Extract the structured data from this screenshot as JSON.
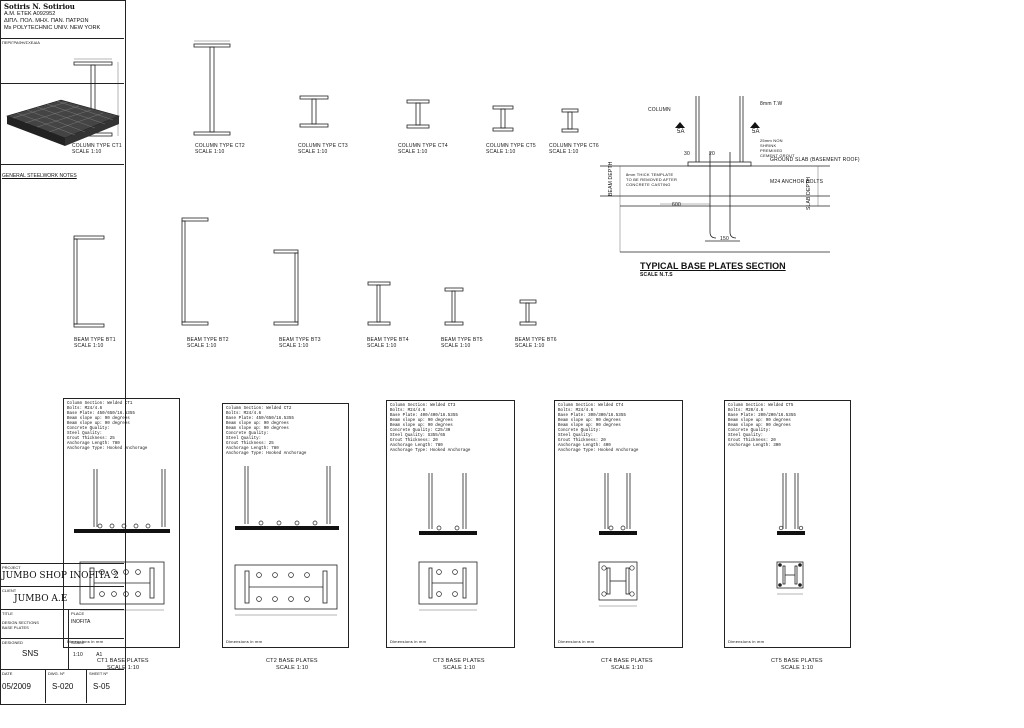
{
  "column_types": [
    {
      "title": "COLUMN TYPE CT1",
      "scale": "SCALE 1:10"
    },
    {
      "title": "COLUMN TYPE CT2",
      "scale": "SCALE 1:10"
    },
    {
      "title": "COLUMN TYPE CT3",
      "scale": "SCALE 1:10"
    },
    {
      "title": "COLUMN TYPE CT4",
      "scale": "SCALE 1:10"
    },
    {
      "title": "COLUMN TYPE CT5",
      "scale": "SCALE 1:10"
    },
    {
      "title": "COLUMN TYPE CT6",
      "scale": "SCALE 1:10"
    }
  ],
  "beam_types": [
    {
      "title": "BEAM TYPE BT1",
      "scale": "SCALE 1:10"
    },
    {
      "title": "BEAM TYPE BT2",
      "scale": "SCALE 1:10"
    },
    {
      "title": "BEAM TYPE BT3",
      "scale": "SCALE 1:10"
    },
    {
      "title": "BEAM TYPE BT4",
      "scale": "SCALE 1:10"
    },
    {
      "title": "BEAM TYPE BT5",
      "scale": "SCALE 1:10"
    },
    {
      "title": "BEAM TYPE BT6",
      "scale": "SCALE 1:10"
    }
  ],
  "section": {
    "title": "TYPICAL BASE PLATES SECTION",
    "scale": "SCALE N.T.S",
    "labels": {
      "column": "COLUMN",
      "plate": "8mm T.W",
      "grout": "25mm NON SHRINK PREMIXED CEMENT GROUT",
      "ground_slab": "GROUND SLAB (BASEMENT ROOF)",
      "template": "8mm THICK TEMPLATE TO BE REMOVED AFTER CONCRETE CASTING",
      "anchor": "M24 ANCHOR BOLTS",
      "beam_depth": "BEAM DEPTH",
      "slab_depth": "SLAB DEPTH",
      "sa": "5A",
      "dim_30": "30",
      "dim_20": "20",
      "dim_600": "600",
      "dim_150": "150"
    }
  },
  "base_plates": [
    {
      "caption": "CT1 BASE PLATES",
      "scale": "SCALE 1:10",
      "notes": "Column Section: Welded CT1\nBolts: M24/4.6\nBase Plate: 450/650/16.5355\nBeam slope up: 90 degrees\nBeam slope up: 90 degrees\nConcrete Quality:\nSteel Quality:\nGrout Thickness: 25\nAnchorage Length: 780\nAnchorage Type: Hooked Anchorage",
      "footer": "Dimensions in mm"
    },
    {
      "caption": "CT2 BASE PLATES",
      "scale": "SCALE 1:10",
      "notes": "Column Section: Welded CT2\nBolts: M24/4.6\nBase Plate: 450/650/16.5355\nBeam slope up: 90 degrees\nBeam slope up: 90 degrees\nConcrete Quality:\nSteel Quality:\nGrout Thickness: 25\nAnchorage Length: 780\nAnchorage Type: Hooked Anchorage",
      "footer": "Dimensions in mm"
    },
    {
      "caption": "CT3 BASE PLATES",
      "scale": "SCALE 1:10",
      "notes": "Column Section: Welded CT3\nBolts: M24/4.6\nBase Plate: 400/400/16.5355\nBeam slope up: 90 degrees\nBeam slope up: 90 degrees\nConcrete Quality: C25/30\nSteel Quality: S355/65\nGrout Thickness: 20\nAnchorage Length: 780\nAnchorage Type: Hooked Anchorage",
      "footer": "Dimensions in mm"
    },
    {
      "caption": "CT4 BASE PLATES",
      "scale": "SCALE 1:10",
      "notes": "Column Section: Welded CT4\nBolts: M24/4.6\nBase Plate: 300/300/16.5355\nBeam slope up: 90 degrees\nBeam slope up: 90 degrees\nConcrete Quality:\nSteel Quality:\nGrout Thickness: 20\nAnchorage Length: 400\nAnchorage Type: Hooked Anchorage",
      "footer": "Dimensions in mm"
    },
    {
      "caption": "CT5 BASE PLATES",
      "scale": "SCALE 1:10",
      "notes": "Column Section: Welded CT5\nBolts: M20/4.6\nBase Plate: 200/200/16.5355\nBeam slope up: 90 degrees\nBeam slope up: 90 degrees\nConcrete Quality:\nSteel Quality:\nGrout Thickness: 20\nAnchorage Length: 300",
      "footer": "Dimensions in mm"
    }
  ],
  "title_block": {
    "engineer": "Sotiris N. Sotiriou",
    "line1": "A.M. ETEK A092952",
    "line2": "ΔΙΠΛ. ΠΟΛ. ΜΗΧ. ΠΑΝ. ΠΑΤΡΩΝ",
    "line3": "Ms POLYTECHNIC UNIV. NEW YORK",
    "view_label": "ΠΕΡΙΓΡΑΦΗ/ΣΧΕΔΙΑ",
    "notes_heading": "GENERAL STEELWORK NOTES",
    "project_label": "PROJECT",
    "project": "JUMBO SHOP INOFITA 2",
    "client_label": "CLIENT",
    "client": "JUMBO A.E",
    "title_label": "TITLE",
    "title": "DESIGN SECTIONS BASE PLATES",
    "location_label": "PLACE",
    "location": "INOFITA",
    "drawn_label": "DESIGNED",
    "drawn": "SNS",
    "scale_label": "SCALE",
    "scale": "1:10",
    "size": "A1",
    "date_label": "DATE",
    "date": "05/2009",
    "dwg_label": "DWG. Nº",
    "dwg": "S-020",
    "sheet_label": "SHEET Nº",
    "sheet": "S-05"
  }
}
